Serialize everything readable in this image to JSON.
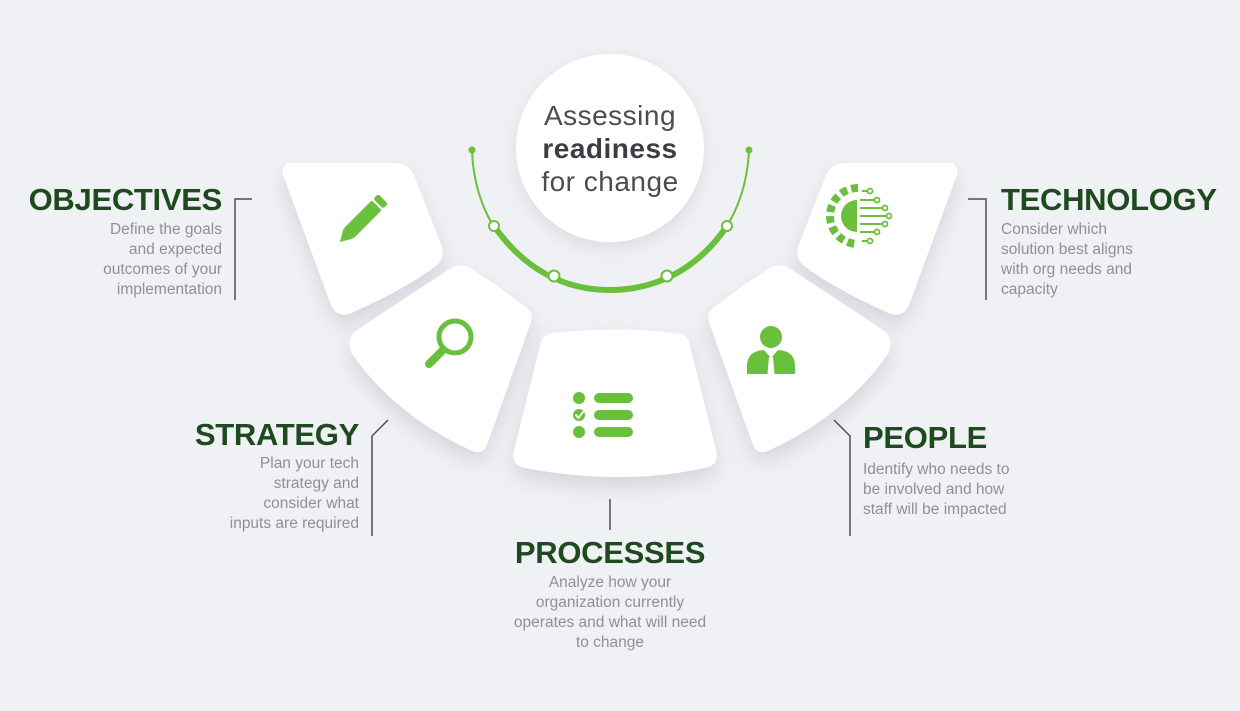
{
  "center": {
    "line1": "Assessing",
    "line2": "readiness",
    "line3": "for change"
  },
  "sections": {
    "objectives": {
      "title": "OBJECTIVES",
      "desc": [
        "Define the goals",
        "and expected",
        "outcomes of your",
        "implementation"
      ],
      "icon": "pencil-icon"
    },
    "strategy": {
      "title": "STRATEGY",
      "desc": [
        "Plan your tech",
        "strategy and",
        "consider what",
        "inputs are required"
      ],
      "icon": "magnifier-icon"
    },
    "processes": {
      "title": "PROCESSES",
      "desc": [
        "Analyze how your",
        "organization currently",
        "operates and what will need",
        "to change"
      ],
      "icon": "checklist-icon"
    },
    "people": {
      "title": "PEOPLE",
      "desc": [
        "Identify who needs to",
        "be involved and how",
        "staff will be impacted"
      ],
      "icon": "person-icon"
    },
    "technology": {
      "title": "TECHNOLOGY",
      "desc": [
        "Consider which",
        "solution best aligns",
        "with org needs and",
        "capacity"
      ],
      "icon": "gear-circuit-icon"
    }
  },
  "colors": {
    "background": "#f0f1f4",
    "accent": "#6abf3c",
    "title": "#1f4a1f",
    "text": "#8d9096",
    "card": "#ffffff"
  }
}
